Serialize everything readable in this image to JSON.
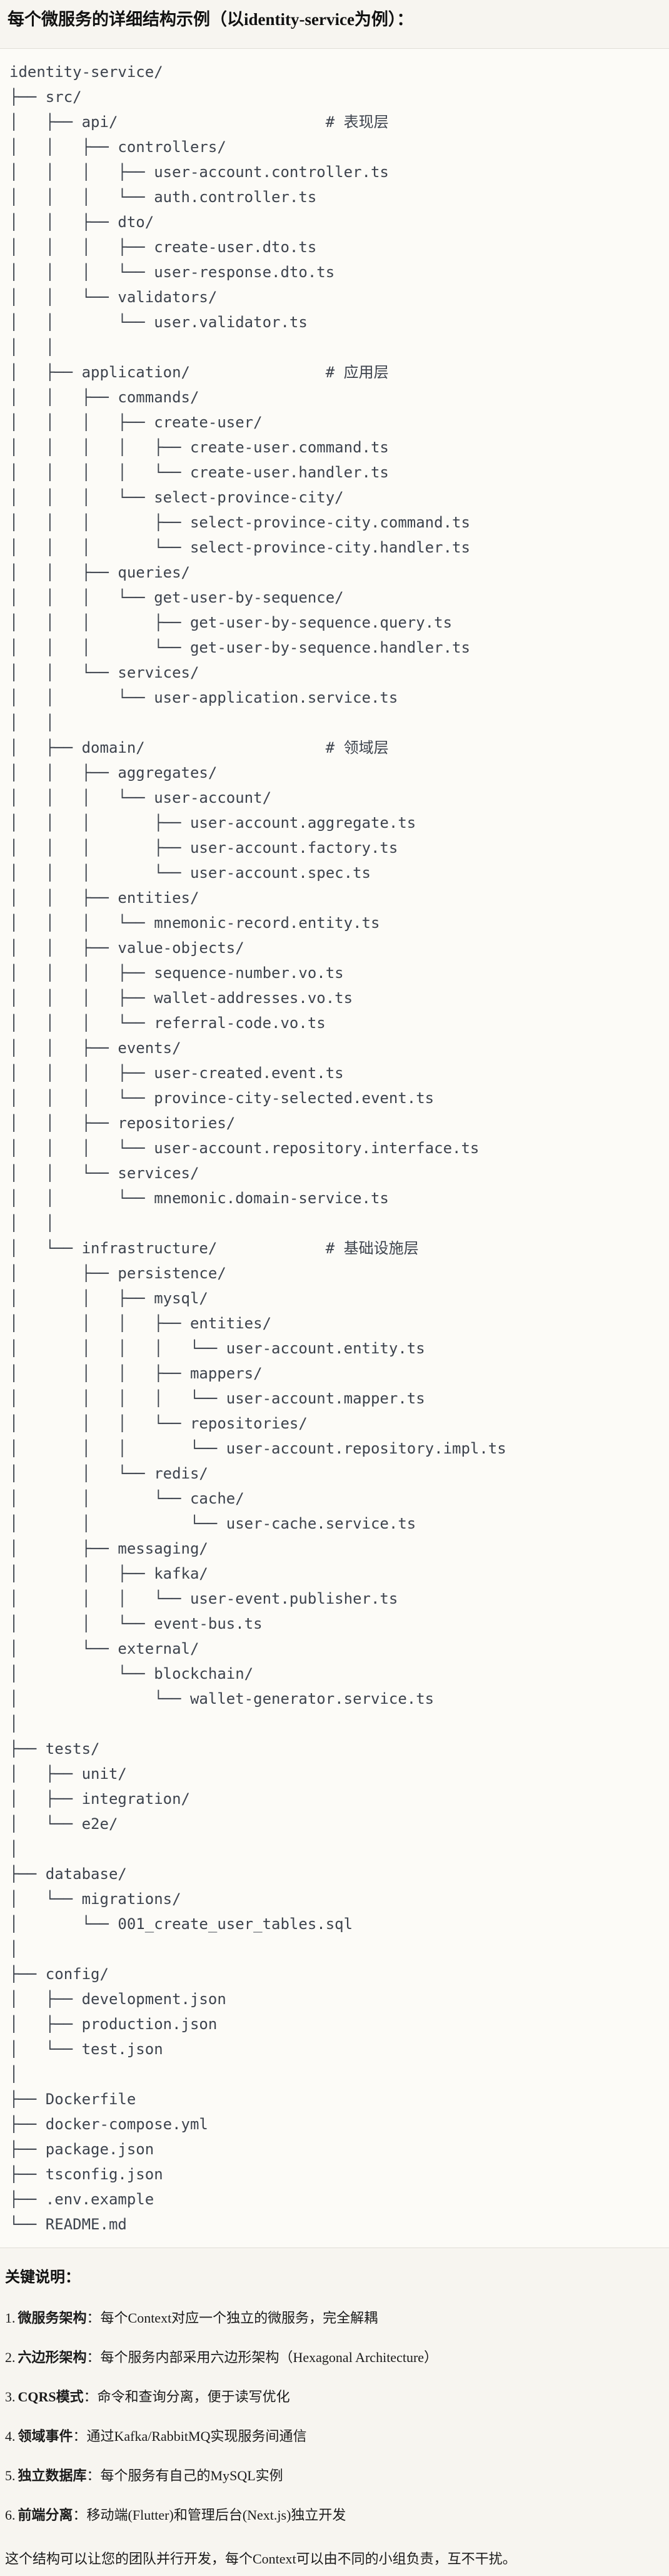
{
  "page": {
    "title": "每个微服务的详细结构示例（以identity-service为例）："
  },
  "tree": {
    "language": "plain-text-file-tree",
    "lines": [
      "identity-service/",
      "├── src/",
      "│   ├── api/                       # 表现层",
      "│   │   ├── controllers/",
      "│   │   │   ├── user-account.controller.ts",
      "│   │   │   └── auth.controller.ts",
      "│   │   ├── dto/",
      "│   │   │   ├── create-user.dto.ts",
      "│   │   │   └── user-response.dto.ts",
      "│   │   └── validators/",
      "│   │       └── user.validator.ts",
      "│   │",
      "│   ├── application/               # 应用层",
      "│   │   ├── commands/",
      "│   │   │   ├── create-user/",
      "│   │   │   │   ├── create-user.command.ts",
      "│   │   │   │   └── create-user.handler.ts",
      "│   │   │   └── select-province-city/",
      "│   │   │       ├── select-province-city.command.ts",
      "│   │   │       └── select-province-city.handler.ts",
      "│   │   ├── queries/",
      "│   │   │   └── get-user-by-sequence/",
      "│   │   │       ├── get-user-by-sequence.query.ts",
      "│   │   │       └── get-user-by-sequence.handler.ts",
      "│   │   └── services/",
      "│   │       └── user-application.service.ts",
      "│   │",
      "│   ├── domain/                    # 领域层",
      "│   │   ├── aggregates/",
      "│   │   │   └── user-account/",
      "│   │   │       ├── user-account.aggregate.ts",
      "│   │   │       ├── user-account.factory.ts",
      "│   │   │       └── user-account.spec.ts",
      "│   │   ├── entities/",
      "│   │   │   └── mnemonic-record.entity.ts",
      "│   │   ├── value-objects/",
      "│   │   │   ├── sequence-number.vo.ts",
      "│   │   │   ├── wallet-addresses.vo.ts",
      "│   │   │   └── referral-code.vo.ts",
      "│   │   ├── events/",
      "│   │   │   ├── user-created.event.ts",
      "│   │   │   └── province-city-selected.event.ts",
      "│   │   ├── repositories/",
      "│   │   │   └── user-account.repository.interface.ts",
      "│   │   └── services/",
      "│   │       └── mnemonic.domain-service.ts",
      "│   │",
      "│   └── infrastructure/            # 基础设施层",
      "│       ├── persistence/",
      "│       │   ├── mysql/",
      "│       │   │   ├── entities/",
      "│       │   │   │   └── user-account.entity.ts",
      "│       │   │   ├── mappers/",
      "│       │   │   │   └── user-account.mapper.ts",
      "│       │   │   └── repositories/",
      "│       │   │       └── user-account.repository.impl.ts",
      "│       │   └── redis/",
      "│       │       └── cache/",
      "│       │           └── user-cache.service.ts",
      "│       ├── messaging/",
      "│       │   ├── kafka/",
      "│       │   │   └── user-event.publisher.ts",
      "│       │   └── event-bus.ts",
      "│       └── external/",
      "│           └── blockchain/",
      "│               └── wallet-generator.service.ts",
      "│",
      "├── tests/",
      "│   ├── unit/",
      "│   ├── integration/",
      "│   └── e2e/",
      "│",
      "├── database/",
      "│   └── migrations/",
      "│       └── 001_create_user_tables.sql",
      "│",
      "├── config/",
      "│   ├── development.json",
      "│   ├── production.json",
      "│   └── test.json",
      "│",
      "├── Dockerfile",
      "├── docker-compose.yml",
      "├── package.json",
      "├── tsconfig.json",
      "├── .env.example",
      "└── README.md"
    ]
  },
  "notes": {
    "heading": "关键说明：",
    "items": [
      {
        "num": "1.",
        "label": "微服务架构",
        "text": "：每个Context对应一个独立的微服务，完全解耦"
      },
      {
        "num": "2.",
        "label": "六边形架构",
        "text": "：每个服务内部采用六边形架构（Hexagonal Architecture）"
      },
      {
        "num": "3.",
        "label": "CQRS模式",
        "text": "：命令和查询分离，便于读写优化"
      },
      {
        "num": "4.",
        "label": "领域事件",
        "text": "：通过Kafka/RabbitMQ实现服务间通信"
      },
      {
        "num": "5.",
        "label": "独立数据库",
        "text": "：每个服务有自己的MySQL实例"
      },
      {
        "num": "6.",
        "label": "前端分离",
        "text": "：移动端(Flutter)和管理后台(Next.js)独立开发"
      }
    ],
    "footer": "这个结构可以让您的团队并行开发，每个Context可以由不同的小组负责，互不干扰。"
  }
}
